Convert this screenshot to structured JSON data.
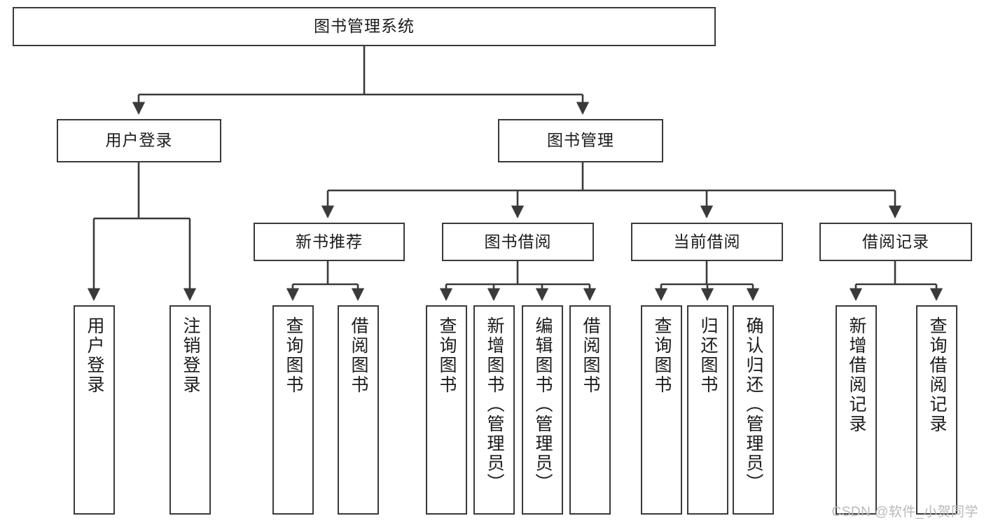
{
  "diagram": {
    "type": "tree",
    "title": "图书管理系统",
    "orientation": "top-down",
    "colors": {
      "box_border": "#3a3a3a",
      "box_fill": "#ffffff",
      "connector": "#3a3a3a",
      "text": "#1b1b1b",
      "watermark": "#b9b9b9"
    },
    "root": {
      "label": "图书管理系统",
      "text_direction": "horizontal"
    },
    "level2": [
      {
        "label": "用户登录",
        "text_direction": "horizontal"
      },
      {
        "label": "图书管理",
        "text_direction": "horizontal"
      }
    ],
    "level3": [
      {
        "label": "新书推荐",
        "text_direction": "horizontal"
      },
      {
        "label": "图书借阅",
        "text_direction": "horizontal"
      },
      {
        "label": "当前借阅",
        "text_direction": "horizontal"
      },
      {
        "label": "借阅记录",
        "text_direction": "horizontal"
      }
    ],
    "leaves": {
      "user_login": [
        {
          "label": "用户登录",
          "text_direction": "vertical"
        },
        {
          "label": "注销登录",
          "text_direction": "vertical"
        }
      ],
      "new_book_recommend": [
        {
          "label": "查询图书",
          "text_direction": "vertical"
        },
        {
          "label": "借阅图书",
          "text_direction": "vertical"
        }
      ],
      "book_borrow": [
        {
          "label": "查询图书",
          "text_direction": "vertical"
        },
        {
          "label": "新增图书（管理员）",
          "text_direction": "vertical"
        },
        {
          "label": "编辑图书（管理员）",
          "text_direction": "vertical"
        },
        {
          "label": "借阅图书",
          "text_direction": "vertical"
        }
      ],
      "current_borrow": [
        {
          "label": "查询图书",
          "text_direction": "vertical"
        },
        {
          "label": "归还图书",
          "text_direction": "vertical"
        },
        {
          "label": "确认归还（管理员）",
          "text_direction": "vertical"
        }
      ],
      "borrow_record": [
        {
          "label": "新增借阅记录",
          "text_direction": "vertical"
        },
        {
          "label": "查询借阅记录",
          "text_direction": "vertical"
        }
      ]
    }
  },
  "watermark": {
    "text": "CSDN @软件_小贺同学"
  }
}
